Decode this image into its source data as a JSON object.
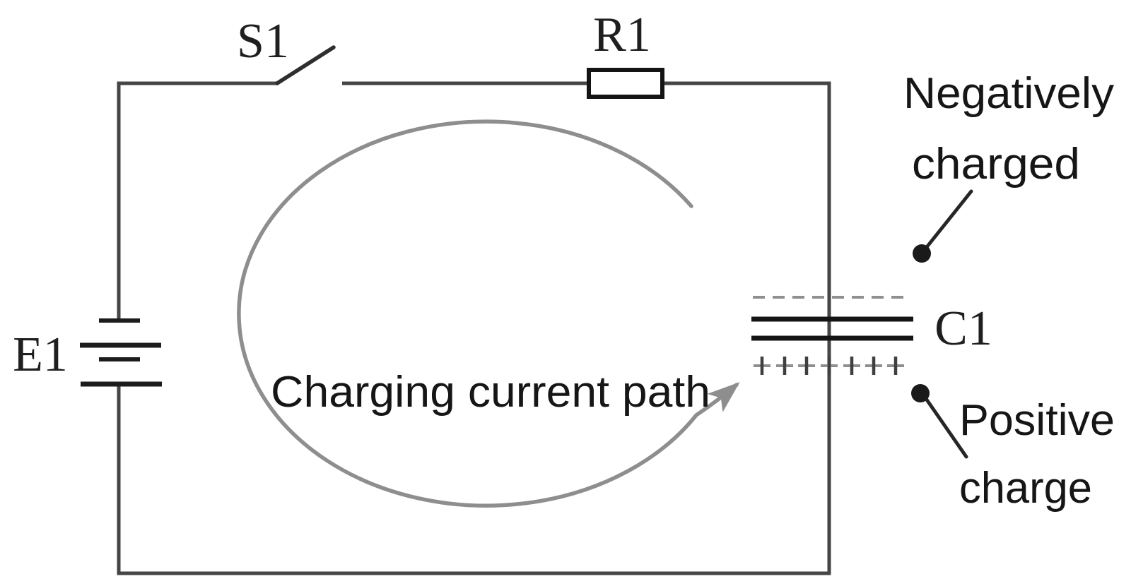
{
  "diagram_type": "circuit-diagram",
  "components": {
    "battery": {
      "label": "E1"
    },
    "switch": {
      "label": "S1",
      "state": "open"
    },
    "resistor": {
      "label": "R1"
    },
    "capacitor": {
      "label": "C1",
      "top_plate_charge": "negative",
      "bottom_plate_charge": "positive"
    }
  },
  "annotations": {
    "charging_path_label": "Charging current path",
    "negative_plate": {
      "line1": "Negatively",
      "line2": "charged"
    },
    "positive_plate": {
      "line1": "Positive",
      "line2": "charge"
    }
  },
  "colors": {
    "background": "#ffffff",
    "wire": "#454545",
    "component_outline": "#141414",
    "text": "#161616",
    "current_path_arrow": "#8e8e8e",
    "charge_symbols": "#8f8f8f"
  }
}
